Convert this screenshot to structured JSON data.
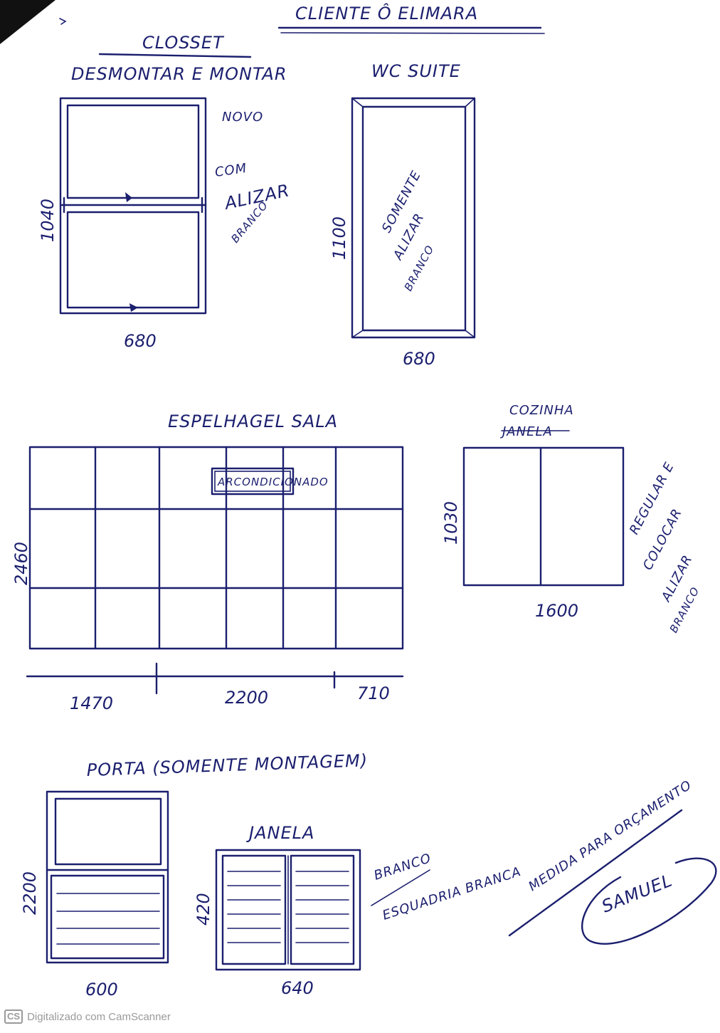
{
  "header": {
    "title": "CLIENTE Ô ELIMARA"
  },
  "closset": {
    "title": "CLOSSET",
    "subtitle": "DESMONTAR E MONTAR",
    "notes": [
      "NOVO",
      "COM",
      "ALIZAR",
      "BRANCO"
    ],
    "height": "1040",
    "width": "680"
  },
  "wc": {
    "title": "WC SUITE",
    "notes": [
      "SOMENTE",
      "ALIZAR",
      "BRANCO"
    ],
    "height": "1100",
    "width": "680"
  },
  "sala": {
    "title": "ESPELHAGEL SALA",
    "ac_label": "ARCONDICIONADO",
    "height": "2460",
    "segments": [
      "1470",
      "2200",
      "710"
    ]
  },
  "cozinha": {
    "title": "COZINHA",
    "subtitle": "JANELA",
    "height": "1030",
    "width": "1600",
    "notes": [
      "REGULAR E",
      "COLOCAR",
      "ALIZAR",
      "BRANCO"
    ]
  },
  "porta": {
    "title": "PORTA (SOMENTE MONTAGEM)",
    "height": "2200",
    "width": "600"
  },
  "janela": {
    "title": "JANELA",
    "height": "420",
    "width": "640",
    "notes": [
      "BRANCO",
      "ESQUADRIA BRANCA"
    ]
  },
  "signature": {
    "caption": "MEDIDA PARA ORÇAMENTO",
    "name": "SAMUEL"
  },
  "footer": {
    "badge": "CS",
    "text": "Digitalizado com CamScanner"
  }
}
